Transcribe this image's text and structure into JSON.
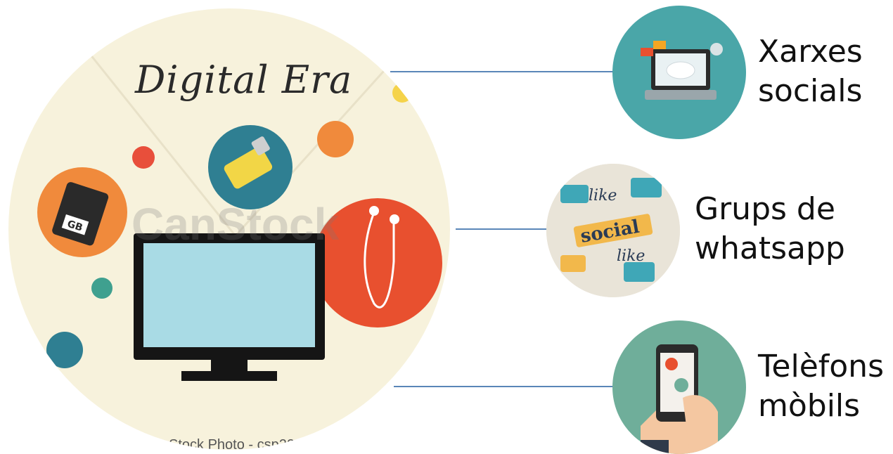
{
  "main": {
    "title": "Digital Era",
    "watermark": "CanStock",
    "caption": "Stock Photo - csp22"
  },
  "nodes": [
    {
      "label": "Xarxes\nsocials",
      "icon": "laptop-cloud-icon",
      "color": "#4aa6a8"
    },
    {
      "label": "Grups de\nwhatsapp",
      "icon": "social-doodle-icon",
      "color": "#e9e4d8"
    },
    {
      "label": "Telèfons\nmòbils",
      "icon": "smartphone-hand-icon",
      "color": "#6fae9a"
    }
  ],
  "colors": {
    "connector": "#5a86b8",
    "background": "#ffffff",
    "circle_bg": "#f7f2dc"
  }
}
